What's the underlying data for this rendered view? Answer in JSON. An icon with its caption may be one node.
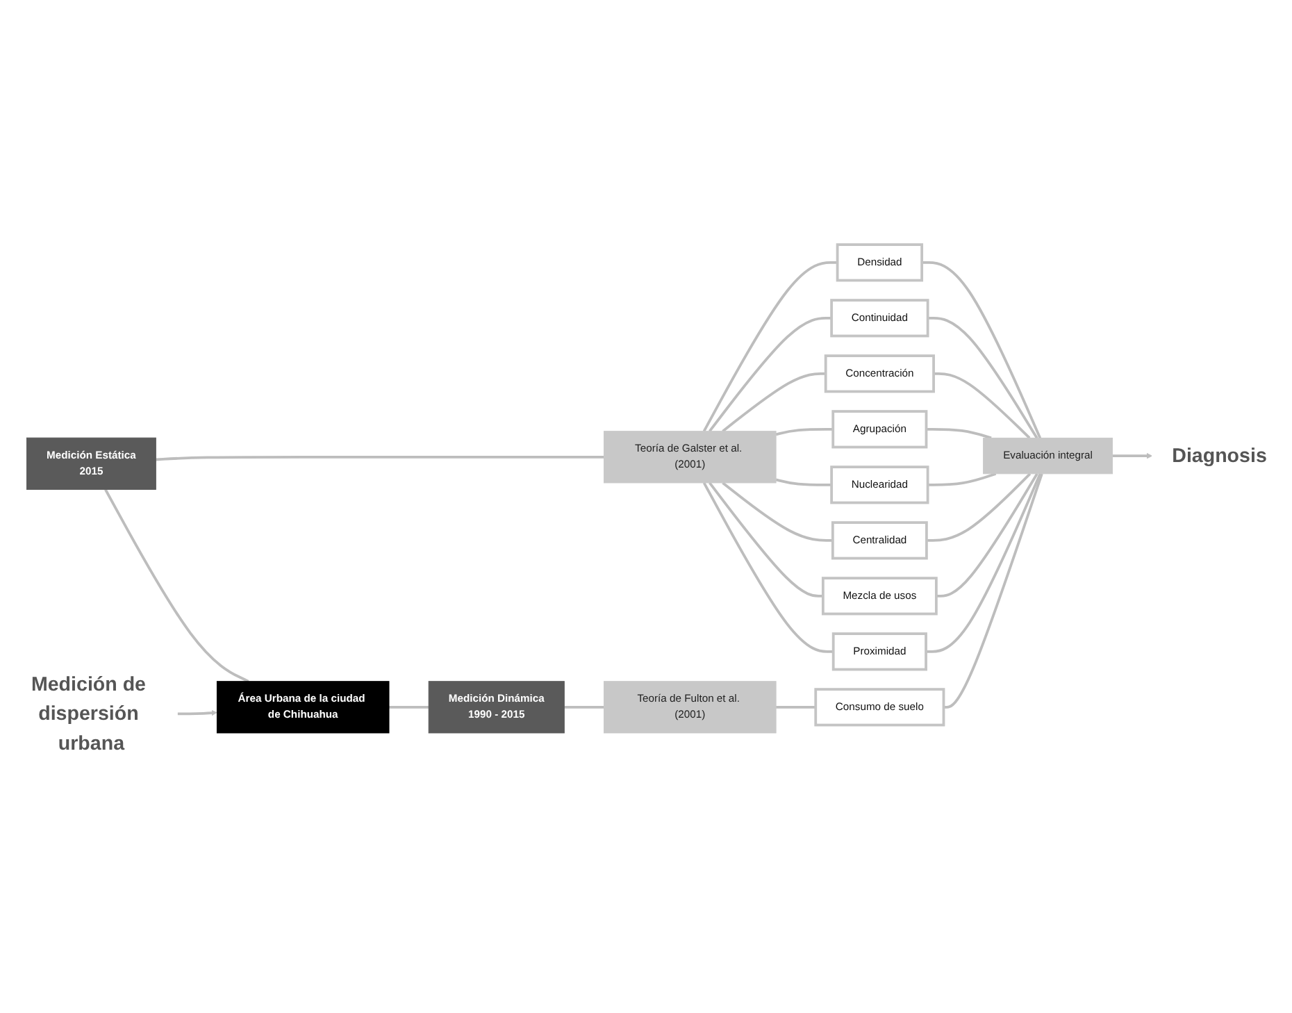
{
  "diagram": {
    "nodes": [
      {
        "text": [
          "Medición de dispersión urbana"
        ]
      },
      {
        "text": [
          "Densidad"
        ]
      },
      {
        "text": [
          "Continuidad"
        ]
      },
      {
        "text": [
          "Concentración"
        ]
      },
      {
        "text": [
          "Agrupación"
        ]
      },
      {
        "text": [
          "Nuclearidad"
        ]
      },
      {
        "text": [
          "Centralidad"
        ]
      },
      {
        "text": [
          "Mezcla de usos"
        ]
      },
      {
        "text": [
          "Proximidad"
        ]
      },
      {
        "text": [
          "Medición Estática",
          "2015"
        ]
      },
      {
        "text": [
          "Teoría de Galster et al. (2001)"
        ]
      },
      {
        "text": [
          "Área Urbana de la ciudad de Chihuahua"
        ]
      },
      {
        "text": [
          "Medición Dinámica",
          "1990 - 2015"
        ]
      },
      {
        "text": [
          "Teoría de Fulton et al. (2001)"
        ]
      },
      {
        "text": [
          "Consumo de suelo"
        ]
      },
      {
        "text": [
          "Diagnosis"
        ]
      },
      {
        "text": [
          "Evaluación integral"
        ]
      }
    ],
    "edges": [
      {
        "from": 0,
        "to": 11,
        "arrow": "to"
      },
      {
        "from": 9,
        "to": 10,
        "arrow": "none"
      },
      {
        "from": 10,
        "to": 1,
        "arrow": "none"
      },
      {
        "from": 10,
        "to": 2,
        "arrow": "none"
      },
      {
        "from": 10,
        "to": 3,
        "arrow": "none"
      },
      {
        "from": 10,
        "to": 4,
        "arrow": "none"
      },
      {
        "from": 10,
        "to": 5,
        "arrow": "none"
      },
      {
        "from": 10,
        "to": 6,
        "arrow": "none"
      },
      {
        "from": 10,
        "to": 7,
        "arrow": "none"
      },
      {
        "from": 10,
        "to": 8,
        "arrow": "none"
      },
      {
        "from": 9,
        "to": 11,
        "arrow": "none"
      },
      {
        "from": 11,
        "to": 12,
        "arrow": "none"
      },
      {
        "from": 12,
        "to": 13,
        "arrow": "none"
      },
      {
        "from": 13,
        "to": 14,
        "arrow": "none"
      },
      {
        "from": 1,
        "to": 16,
        "arrow": "none"
      },
      {
        "from": 2,
        "to": 16,
        "arrow": "none"
      },
      {
        "from": 3,
        "to": 16,
        "arrow": "none"
      },
      {
        "from": 4,
        "to": 16,
        "arrow": "none"
      },
      {
        "from": 5,
        "to": 16,
        "arrow": "none"
      },
      {
        "from": 6,
        "to": 16,
        "arrow": "none"
      },
      {
        "from": 7,
        "to": 16,
        "arrow": "none"
      },
      {
        "from": 8,
        "to": 16,
        "arrow": "none"
      },
      {
        "from": 14,
        "to": 16,
        "arrow": "none"
      },
      {
        "from": 16,
        "to": 15,
        "arrow": "to"
      }
    ]
  }
}
